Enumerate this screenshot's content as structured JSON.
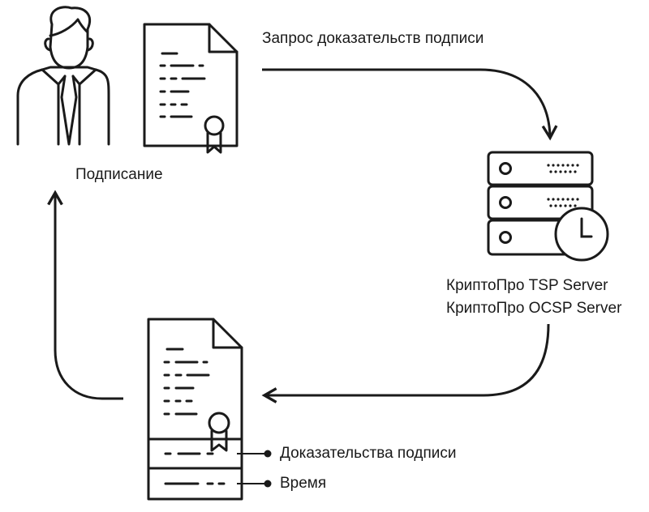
{
  "labels": {
    "request": "Запрос доказательств подписи",
    "signing": "Подписание",
    "server_tsp": "КриптоПро TSP Server",
    "server_ocsp": "КриптоПро OCSP Server",
    "evidence": "Доказательства подписи",
    "time": "Время"
  },
  "icons": {
    "person": "person-icon",
    "document": "document-icon",
    "server": "server-icon",
    "clock": "clock-icon",
    "signed_document": "signed-document-icon"
  },
  "colors": {
    "stroke": "#1a1a1a",
    "background": "#ffffff"
  }
}
